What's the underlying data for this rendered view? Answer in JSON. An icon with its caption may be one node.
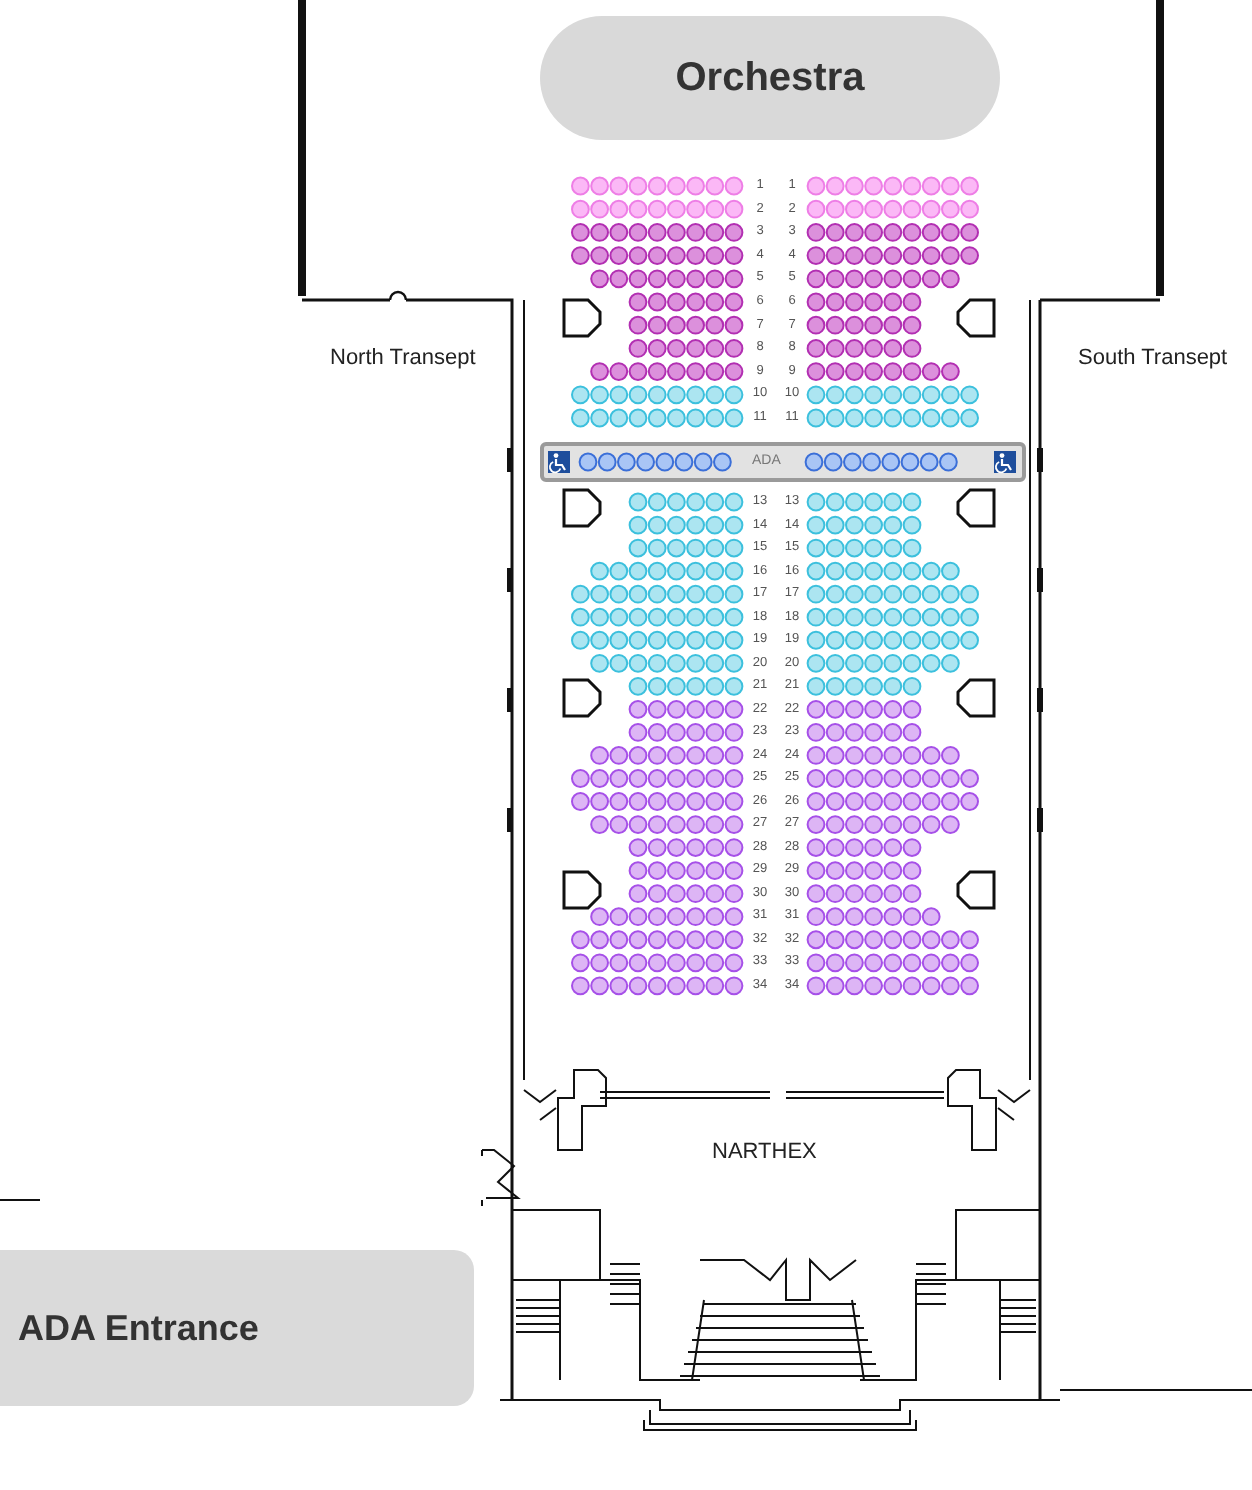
{
  "diagram": {
    "nodes": [
      {
        "text": [
          "Orchestra"
        ]
      },
      {
        "text": [
          "ADA"
        ]
      },
      {
        "text": [
          "ADA Entrance"
        ]
      }
    ],
    "labels": [
      "1",
      "1",
      "2",
      "2",
      "3",
      "3",
      "4",
      "4",
      "5",
      "5",
      "6",
      "6",
      "7",
      "7",
      "8",
      "8",
      "North Transept",
      "South Transept",
      "9",
      "9",
      "10",
      "10",
      "11",
      "11",
      "13",
      "13",
      "14",
      "14",
      "15",
      "15",
      "16",
      "16",
      "17",
      "17",
      "18",
      "18",
      "19",
      "19",
      "20",
      "20",
      "21",
      "21",
      "22",
      "22",
      "23",
      "23",
      "24",
      "24",
      "25",
      "25",
      "26",
      "26",
      "27",
      "27",
      "28",
      "28",
      "29",
      "29",
      "30",
      "30",
      "31",
      "31",
      "32",
      "32",
      "33",
      "33",
      "34",
      "34",
      "NARTHEX"
    ]
  }
}
